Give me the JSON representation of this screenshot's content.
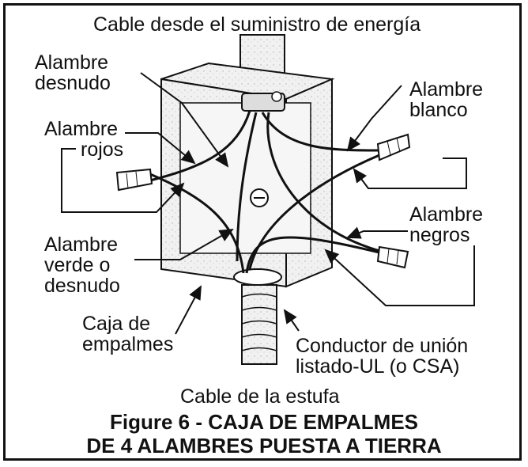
{
  "title_top": "Cable desde el suministro de energía",
  "labels": {
    "bare_wire": [
      "Alambre",
      "desnudo"
    ],
    "white_wire": [
      "Alambre",
      "blanco"
    ],
    "red_wires": [
      "Alambre",
      "rojos"
    ],
    "black_wires": [
      "Alambre",
      "negros"
    ],
    "green_wire": [
      "Alambre",
      "verde o",
      "desnudo"
    ],
    "junction_box": [
      "Caja de",
      "empalmes"
    ],
    "bonding_conductor": [
      "Conductor de unión",
      "listado-UL (o CSA)"
    ]
  },
  "cable_bottom": "Cable de la estufa",
  "figure_caption": [
    "Figure 6 - CAJA DE EMPALMES",
    "DE 4 ALAMBRES PUESTA A TIERRA"
  ]
}
